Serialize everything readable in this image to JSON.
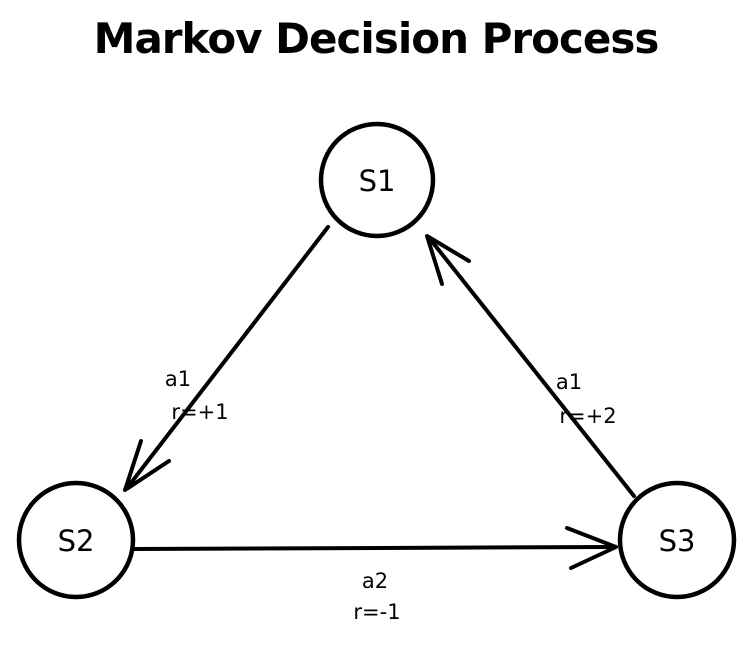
{
  "title": "Markov Decision Process",
  "colors": {
    "stroke": "#000000",
    "background": "#ffffff"
  },
  "diagram": {
    "type": "state-transition-diagram",
    "nodes": [
      {
        "id": "s1",
        "label": "S1",
        "position": "top-center"
      },
      {
        "id": "s2",
        "label": "S2",
        "position": "bottom-left"
      },
      {
        "id": "s3",
        "label": "S3",
        "position": "bottom-right"
      }
    ],
    "edges": [
      {
        "from": "S1",
        "to": "S2",
        "action": "a1",
        "reward": "r=+1"
      },
      {
        "from": "S2",
        "to": "S3",
        "action": "a2",
        "reward": "r=-1"
      },
      {
        "from": "S3",
        "to": "S1",
        "action": "a1",
        "reward": "r=+2"
      }
    ]
  }
}
